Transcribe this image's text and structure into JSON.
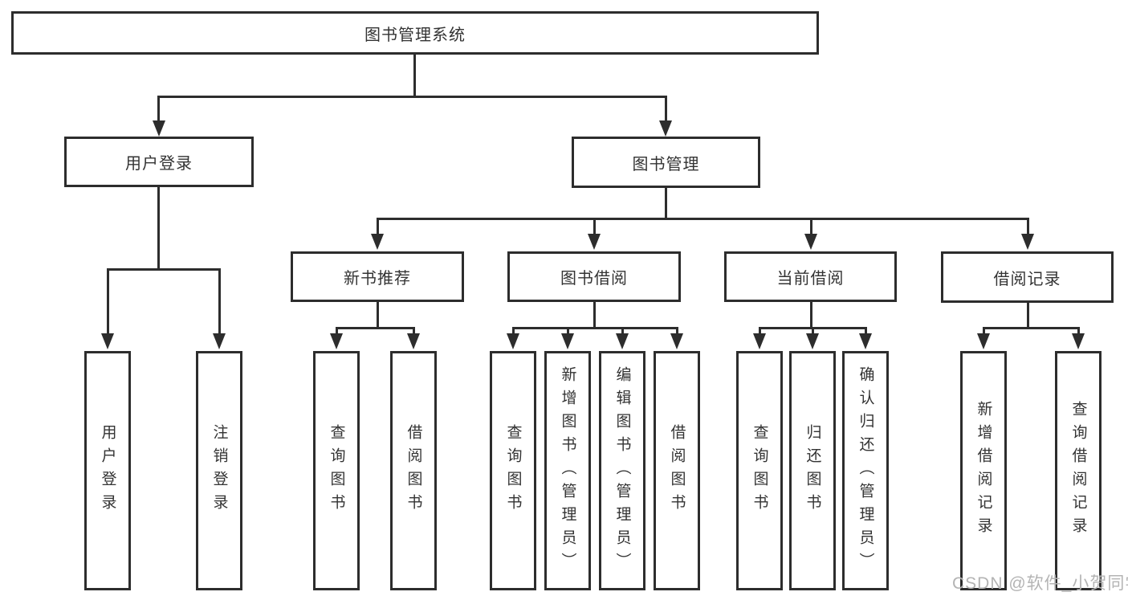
{
  "colors": {
    "line": "#2d2d2d",
    "text": "#333333",
    "box_bg": "#ffffff",
    "watermark": "#b4b4b4"
  },
  "watermark": {
    "text": "CSDN @软件_小贺同学"
  },
  "tree": {
    "label": "图书管理系统",
    "children": [
      {
        "label": "用户登录",
        "children": [
          {
            "label": "用户登录"
          },
          {
            "label": "注销登录"
          }
        ]
      },
      {
        "label": "图书管理",
        "children": [
          {
            "label": "新书推荐",
            "children": [
              {
                "label": "查询图书"
              },
              {
                "label": "借阅图书"
              }
            ]
          },
          {
            "label": "图书借阅",
            "children": [
              {
                "label": "查询图书"
              },
              {
                "label": "新增图书（管理员）"
              },
              {
                "label": "编辑图书（管理员）"
              },
              {
                "label": "借阅图书"
              }
            ]
          },
          {
            "label": "当前借阅",
            "children": [
              {
                "label": "查询图书"
              },
              {
                "label": "归还图书"
              },
              {
                "label": "确认归还（管理员）"
              }
            ]
          },
          {
            "label": "借阅记录",
            "children": [
              {
                "label": "新增借阅记录"
              },
              {
                "label": "查询借阅记录"
              }
            ]
          }
        ]
      }
    ]
  }
}
